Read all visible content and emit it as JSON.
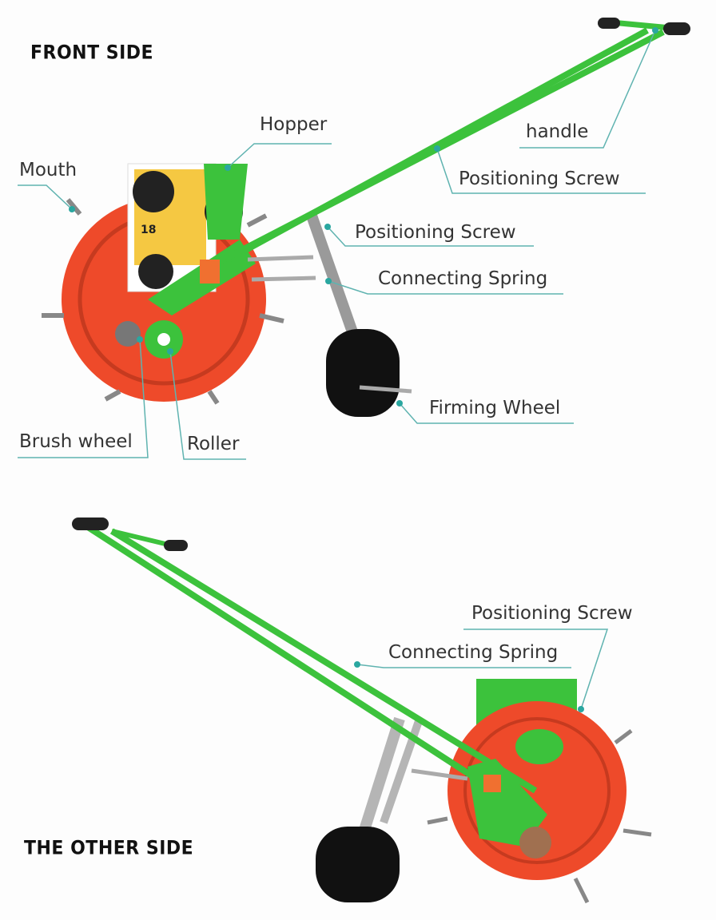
{
  "titles": {
    "front": "FRONT SIDE",
    "other": "THE OTHER SIDE"
  },
  "front_labels": {
    "hopper": "Hopper",
    "handle": "handle",
    "mouth": "Mouth",
    "positioning_screw_1": "Positioning Screw",
    "positioning_screw_2": "Positioning Screw",
    "connecting_spring": "Connecting Spring",
    "firming_wheel": "Firming Wheel",
    "brush_wheel": "Brush wheel",
    "roller": "Roller"
  },
  "other_labels": {
    "positioning_screw": "Positioning Screw",
    "connecting_spring": "Connecting Spring"
  },
  "hopper_sticker": {
    "number": "18"
  },
  "colors": {
    "frame": "#3cc23c",
    "wheel": "#ee4a2a",
    "leader": "#5fb3b0",
    "dot": "#2aa7a0"
  }
}
